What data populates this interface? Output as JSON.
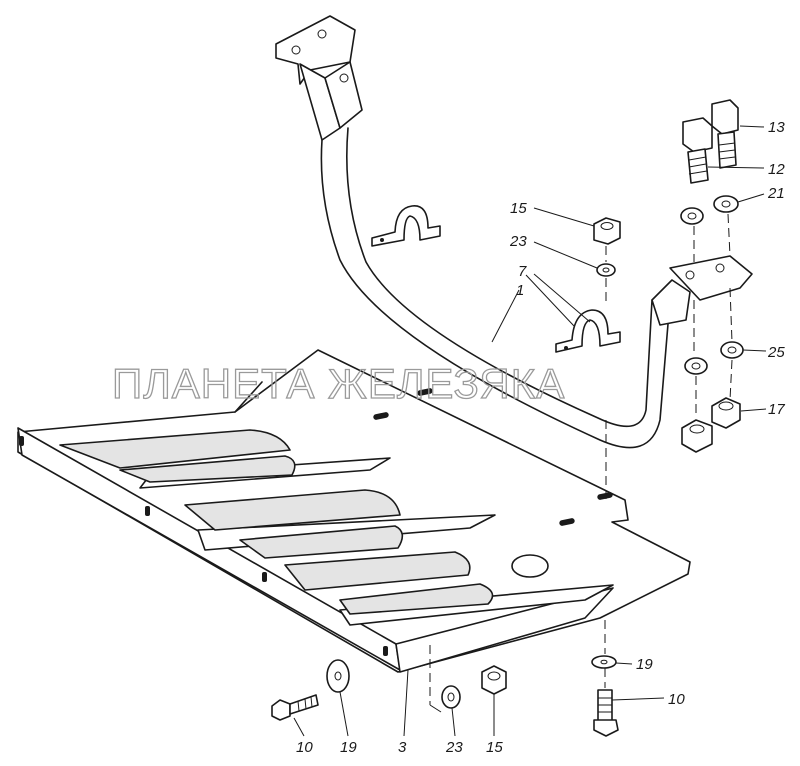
{
  "watermark": "ПЛАНЕТА ЖЕЛЕЗЯКА",
  "callouts": {
    "c13": "13",
    "c12": "12",
    "c21": "21",
    "c25": "25",
    "c17": "17",
    "c15_top": "15",
    "c23_top": "23",
    "c7": "7",
    "c1": "1",
    "c19_right": "19",
    "c10_right": "10",
    "c10_bottom": "10",
    "c19_bottom": "19",
    "c3": "3",
    "c23_bottom": "23",
    "c15_bottom": "15"
  },
  "colors": {
    "line": "#1a1a1a",
    "background": "#ffffff",
    "watermark": "#9a9a9a"
  }
}
